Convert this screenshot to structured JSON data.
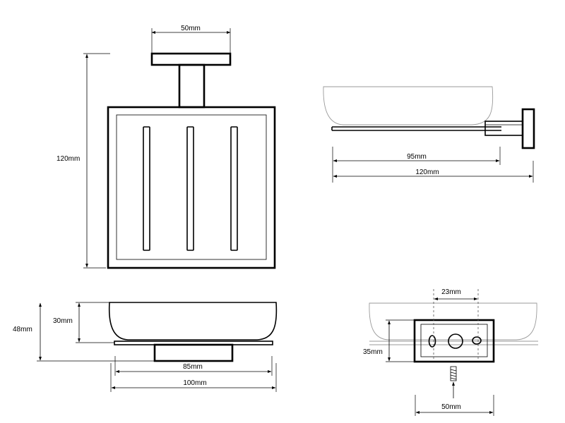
{
  "drawing": {
    "views": {
      "front": {
        "width_label": "50mm",
        "height_label": "120mm"
      },
      "side": {
        "inner_label": "95mm",
        "overall_label": "120mm"
      },
      "bottom": {
        "depth_label": "30mm",
        "overall_height_label": "48mm",
        "inner_label": "85mm",
        "overall_label": "100mm"
      },
      "back": {
        "spacing_label": "23mm",
        "height_label": "35mm",
        "width_label": "50mm"
      }
    }
  }
}
